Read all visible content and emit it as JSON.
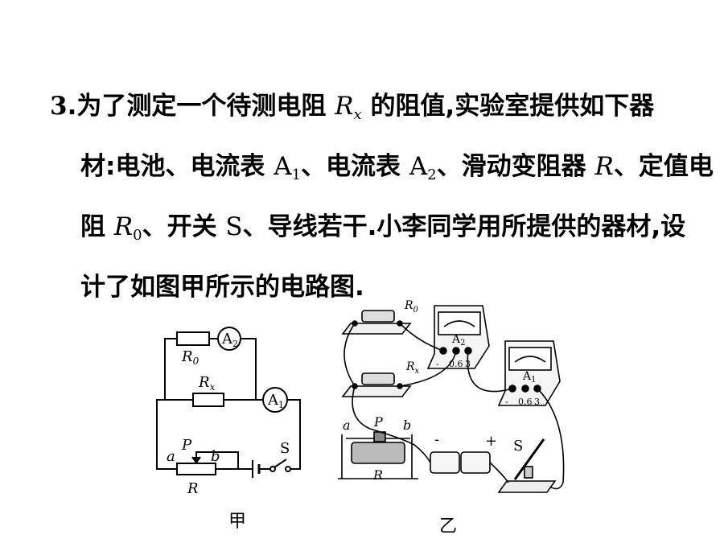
{
  "problem": {
    "number": "3",
    "line1_a": "为了测定一个待测电阻",
    "Rx_R": "R",
    "Rx_sub": "x",
    "line1_b": "的阻值,实验室提供如下器",
    "line2_a": "材:电池、电流表",
    "A1_A": "A",
    "A1_sub": "1",
    "line2_b": "、电流表",
    "A2_A": "A",
    "A2_sub": "2",
    "line2_c": "、滑动变阻器",
    "R_sym": "R",
    "line2_d": "、定值电",
    "line3_a": "阻",
    "R0_R": "R",
    "R0_sub": "0",
    "line3_b": "、开关",
    "S_sym": "S",
    "line3_c": "、导线若干.小李同学用所提供的器材,设",
    "line4": "计了如图甲所示的电路图."
  },
  "circuit": {
    "caption": "甲",
    "r0_label": "R",
    "r0_sub": "0",
    "a2_label": "A",
    "a2_sub": "2",
    "rx_label": "R",
    "rx_sub": "x",
    "a1_label": "A",
    "a1_sub": "1",
    "a_label": "a",
    "p_label": "P",
    "b_label": "b",
    "r_label": "R",
    "s_label": "S"
  },
  "apparatus": {
    "caption": "乙",
    "r0_label": "R",
    "r0_sub": "0",
    "rx_label": "R",
    "rx_sub": "x",
    "a2_label": "A",
    "a2_sub": "2",
    "a1_label": "A",
    "a1_sub": "1",
    "terminal_minus": "-",
    "terminal_06": "0.6",
    "terminal_3": "3",
    "a_label": "a",
    "p_label": "P",
    "b_label": "b",
    "r_label": "R",
    "battery_minus": "-",
    "battery_plus": "+",
    "s_label": "S"
  }
}
